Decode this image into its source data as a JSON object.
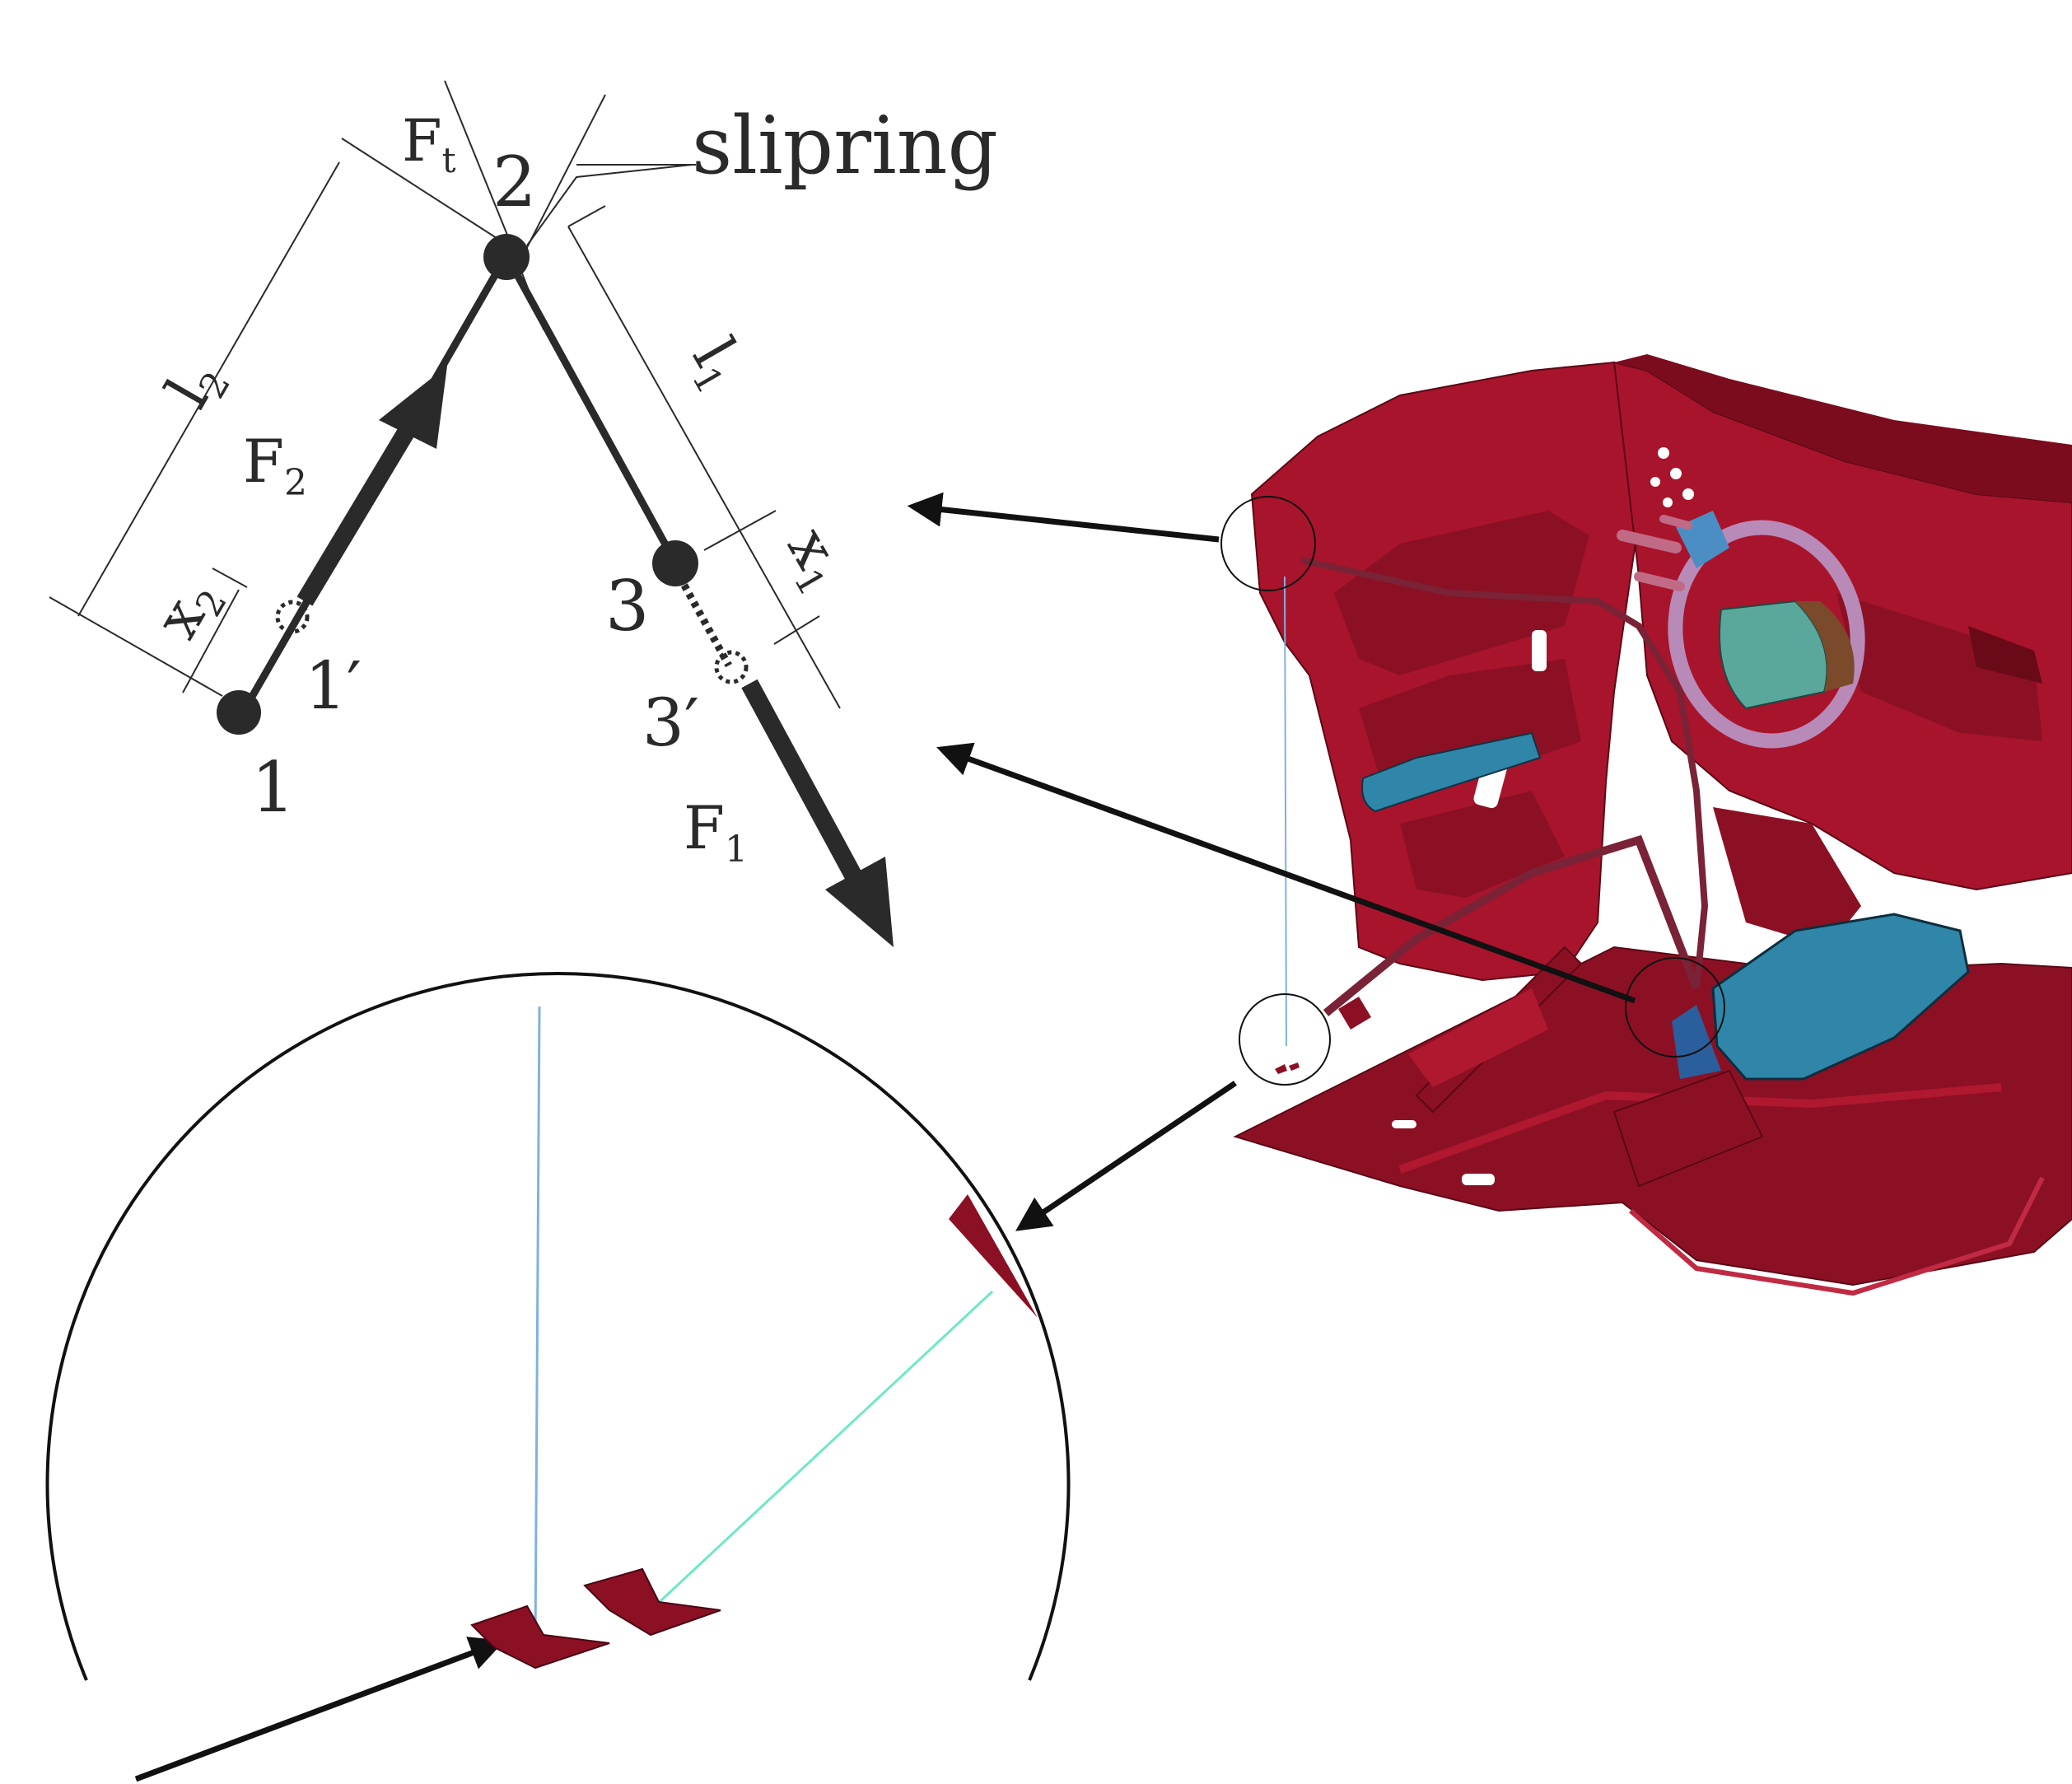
{
  "diagram": {
    "labels": {
      "ft_main": "F",
      "ft_sub": "t",
      "node2": "2",
      "slipring": "slipring",
      "l2_main": "l",
      "l2_sub": "2",
      "l1_main": "l",
      "l1_sub": "1",
      "f2_main": "F",
      "f2_sub": "2",
      "x2_main": "x",
      "x2_sub": "2",
      "x1_main": "x",
      "x1_sub": "1",
      "node1p": "1′",
      "node1": "1",
      "node3": "3",
      "node3p": "3′",
      "f1_main": "F",
      "f1_sub": "1"
    }
  },
  "colors": {
    "ink": "#2a2a2a",
    "car_body": "#8c1024",
    "car_body_light": "#b0182f",
    "seat_blue": "#2f86a8",
    "steering_ring": "#b88ab8",
    "steering_hub": "#5aa89c",
    "belt_line_blue": "#7fb2e0",
    "belt_line_cyan": "#6ee8c6"
  }
}
